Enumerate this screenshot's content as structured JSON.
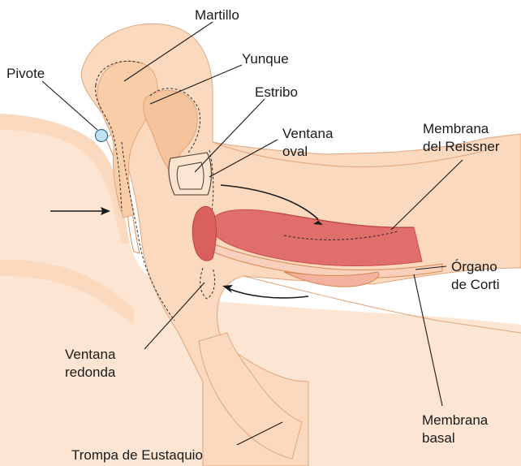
{
  "labels": {
    "martillo": "Martillo",
    "yunque": "Yunque",
    "pivote": "Pivote",
    "estribo": "Estribo",
    "ventana_oval_1": "Ventana",
    "ventana_oval_2": "oval",
    "membrana_reissner_1": "Membrana",
    "membrana_reissner_2": "del Reissner",
    "organo_corti_1": "Órgano",
    "organo_corti_2": "de Corti",
    "ventana_redonda_1": "Ventana",
    "ventana_redonda_2": "redonda",
    "membrana_basal_1": "Membrana",
    "membrana_basal_2": "basal",
    "trompa": "Trompa de Eustaquio"
  },
  "colors": {
    "tissue": "#fbd9be",
    "tissue_light": "#fce6d3",
    "ossicle": "#f8cda8",
    "membrane_red": "#e06e6a",
    "membrane_dark": "#c94f4c",
    "organ_pink": "#f3b2a0",
    "pivot_blue": "#bfe3f5",
    "ink": "#1a1a1a"
  }
}
